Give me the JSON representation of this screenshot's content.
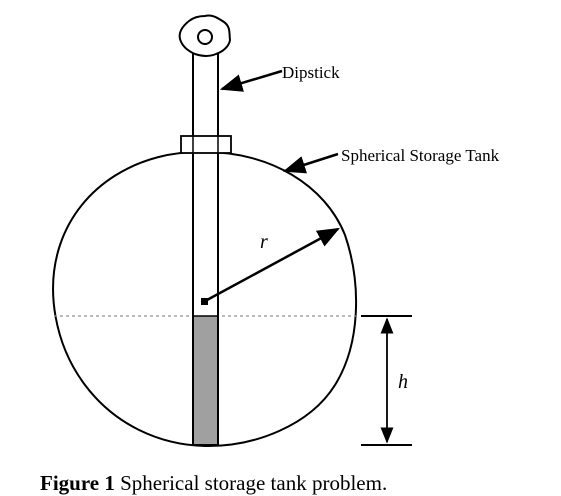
{
  "labels": {
    "dipstick": "Dipstick",
    "tank": "Spherical Storage Tank",
    "radius": "r",
    "height": "h"
  },
  "caption": {
    "bold": "Figure 1",
    "text": " Spherical storage tank problem."
  },
  "colors": {
    "line": "#000000",
    "liquid_fill": "#a0a0a0",
    "dashed_level": "#909090"
  }
}
